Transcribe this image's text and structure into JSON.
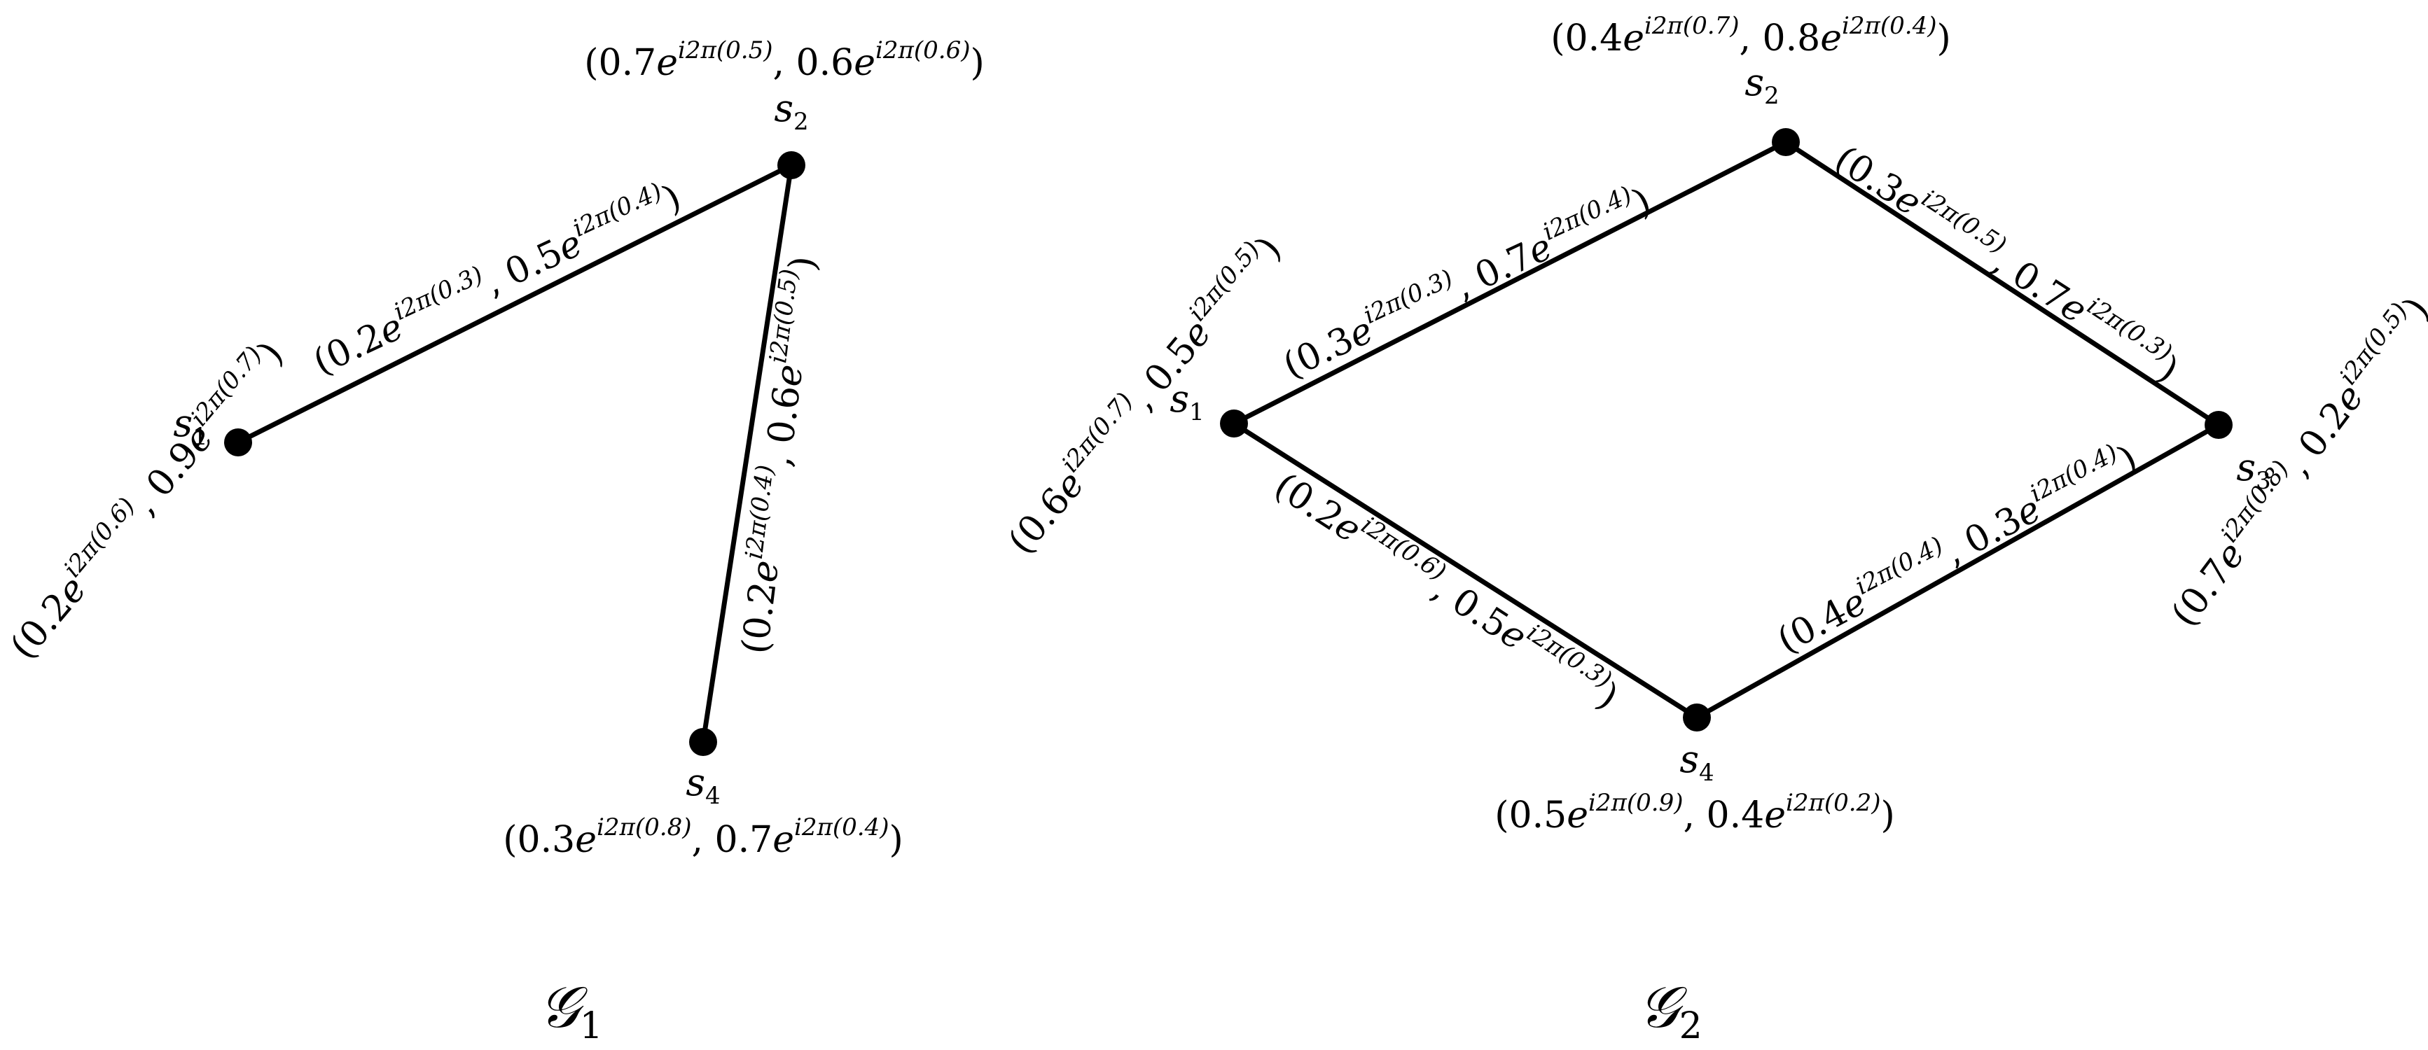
{
  "graphs": [
    {
      "id": "g1",
      "title": {
        "main": "𝒢",
        "sub": "1"
      },
      "vertices": [
        {
          "id": "s1",
          "name": "s",
          "sub": "1",
          "label": {
            "a": "0.2",
            "ea": "i2π(0.6)",
            "b": "0.9",
            "eb": "i2π(0.7)"
          }
        },
        {
          "id": "s2",
          "name": "s",
          "sub": "2",
          "label": {
            "a": "0.7",
            "ea": "i2π(0.5)",
            "b": "0.6",
            "eb": "i2π(0.6)"
          }
        },
        {
          "id": "s4",
          "name": "s",
          "sub": "4",
          "label": {
            "a": "0.3",
            "ea": "i2π(0.8)",
            "b": "0.7",
            "eb": "i2π(0.4)"
          }
        }
      ],
      "edges": [
        {
          "id": "s1-s2",
          "from": "s1",
          "to": "s2",
          "label": {
            "a": "0.2",
            "ea": "i2π(0.3)",
            "b": "0.5",
            "eb": "i2π(0.4)"
          }
        },
        {
          "id": "s2-s4",
          "from": "s2",
          "to": "s4",
          "label": {
            "a": "0.2",
            "ea": "i2π(0.4)",
            "b": "0.6",
            "eb": "i2π(0.5)"
          }
        }
      ]
    },
    {
      "id": "g2",
      "title": {
        "main": "𝒢",
        "sub": "2"
      },
      "vertices": [
        {
          "id": "s1",
          "name": "s",
          "sub": "1",
          "label": {
            "a": "0.6",
            "ea": "i2π(0.7)",
            "b": "0.5",
            "eb": "i2π(0.5)"
          }
        },
        {
          "id": "s2",
          "name": "s",
          "sub": "2",
          "label": {
            "a": "0.4",
            "ea": "i2π(0.7)",
            "b": "0.8",
            "eb": "i2π(0.4)"
          }
        },
        {
          "id": "s3",
          "name": "s",
          "sub": "3",
          "label": {
            "a": "0.7",
            "ea": "i2π(0.8)",
            "b": "0.2",
            "eb": "i2π(0.5)"
          }
        },
        {
          "id": "s4",
          "name": "s",
          "sub": "4",
          "label": {
            "a": "0.5",
            "ea": "i2π(0.9)",
            "b": "0.4",
            "eb": "i2π(0.2)"
          }
        }
      ],
      "edges": [
        {
          "id": "s1-s2",
          "from": "s1",
          "to": "s2",
          "label": {
            "a": "0.3",
            "ea": "i2π(0.3)",
            "b": "0.7",
            "eb": "i2π(0.4)"
          }
        },
        {
          "id": "s2-s3",
          "from": "s2",
          "to": "s3",
          "label": {
            "a": "0.3",
            "ea": "i2π(0.5)",
            "b": "0.7",
            "eb": "i2π(0.3)"
          }
        },
        {
          "id": "s1-s4",
          "from": "s1",
          "to": "s4",
          "label": {
            "a": "0.2",
            "ea": "i2π(0.6)",
            "b": "0.5",
            "eb": "i2π(0.3)"
          }
        },
        {
          "id": "s4-s3",
          "from": "s4",
          "to": "s3",
          "label": {
            "a": "0.4",
            "ea": "i2π(0.4)",
            "b": "0.3",
            "eb": "i2π(0.4)"
          }
        }
      ]
    }
  ]
}
